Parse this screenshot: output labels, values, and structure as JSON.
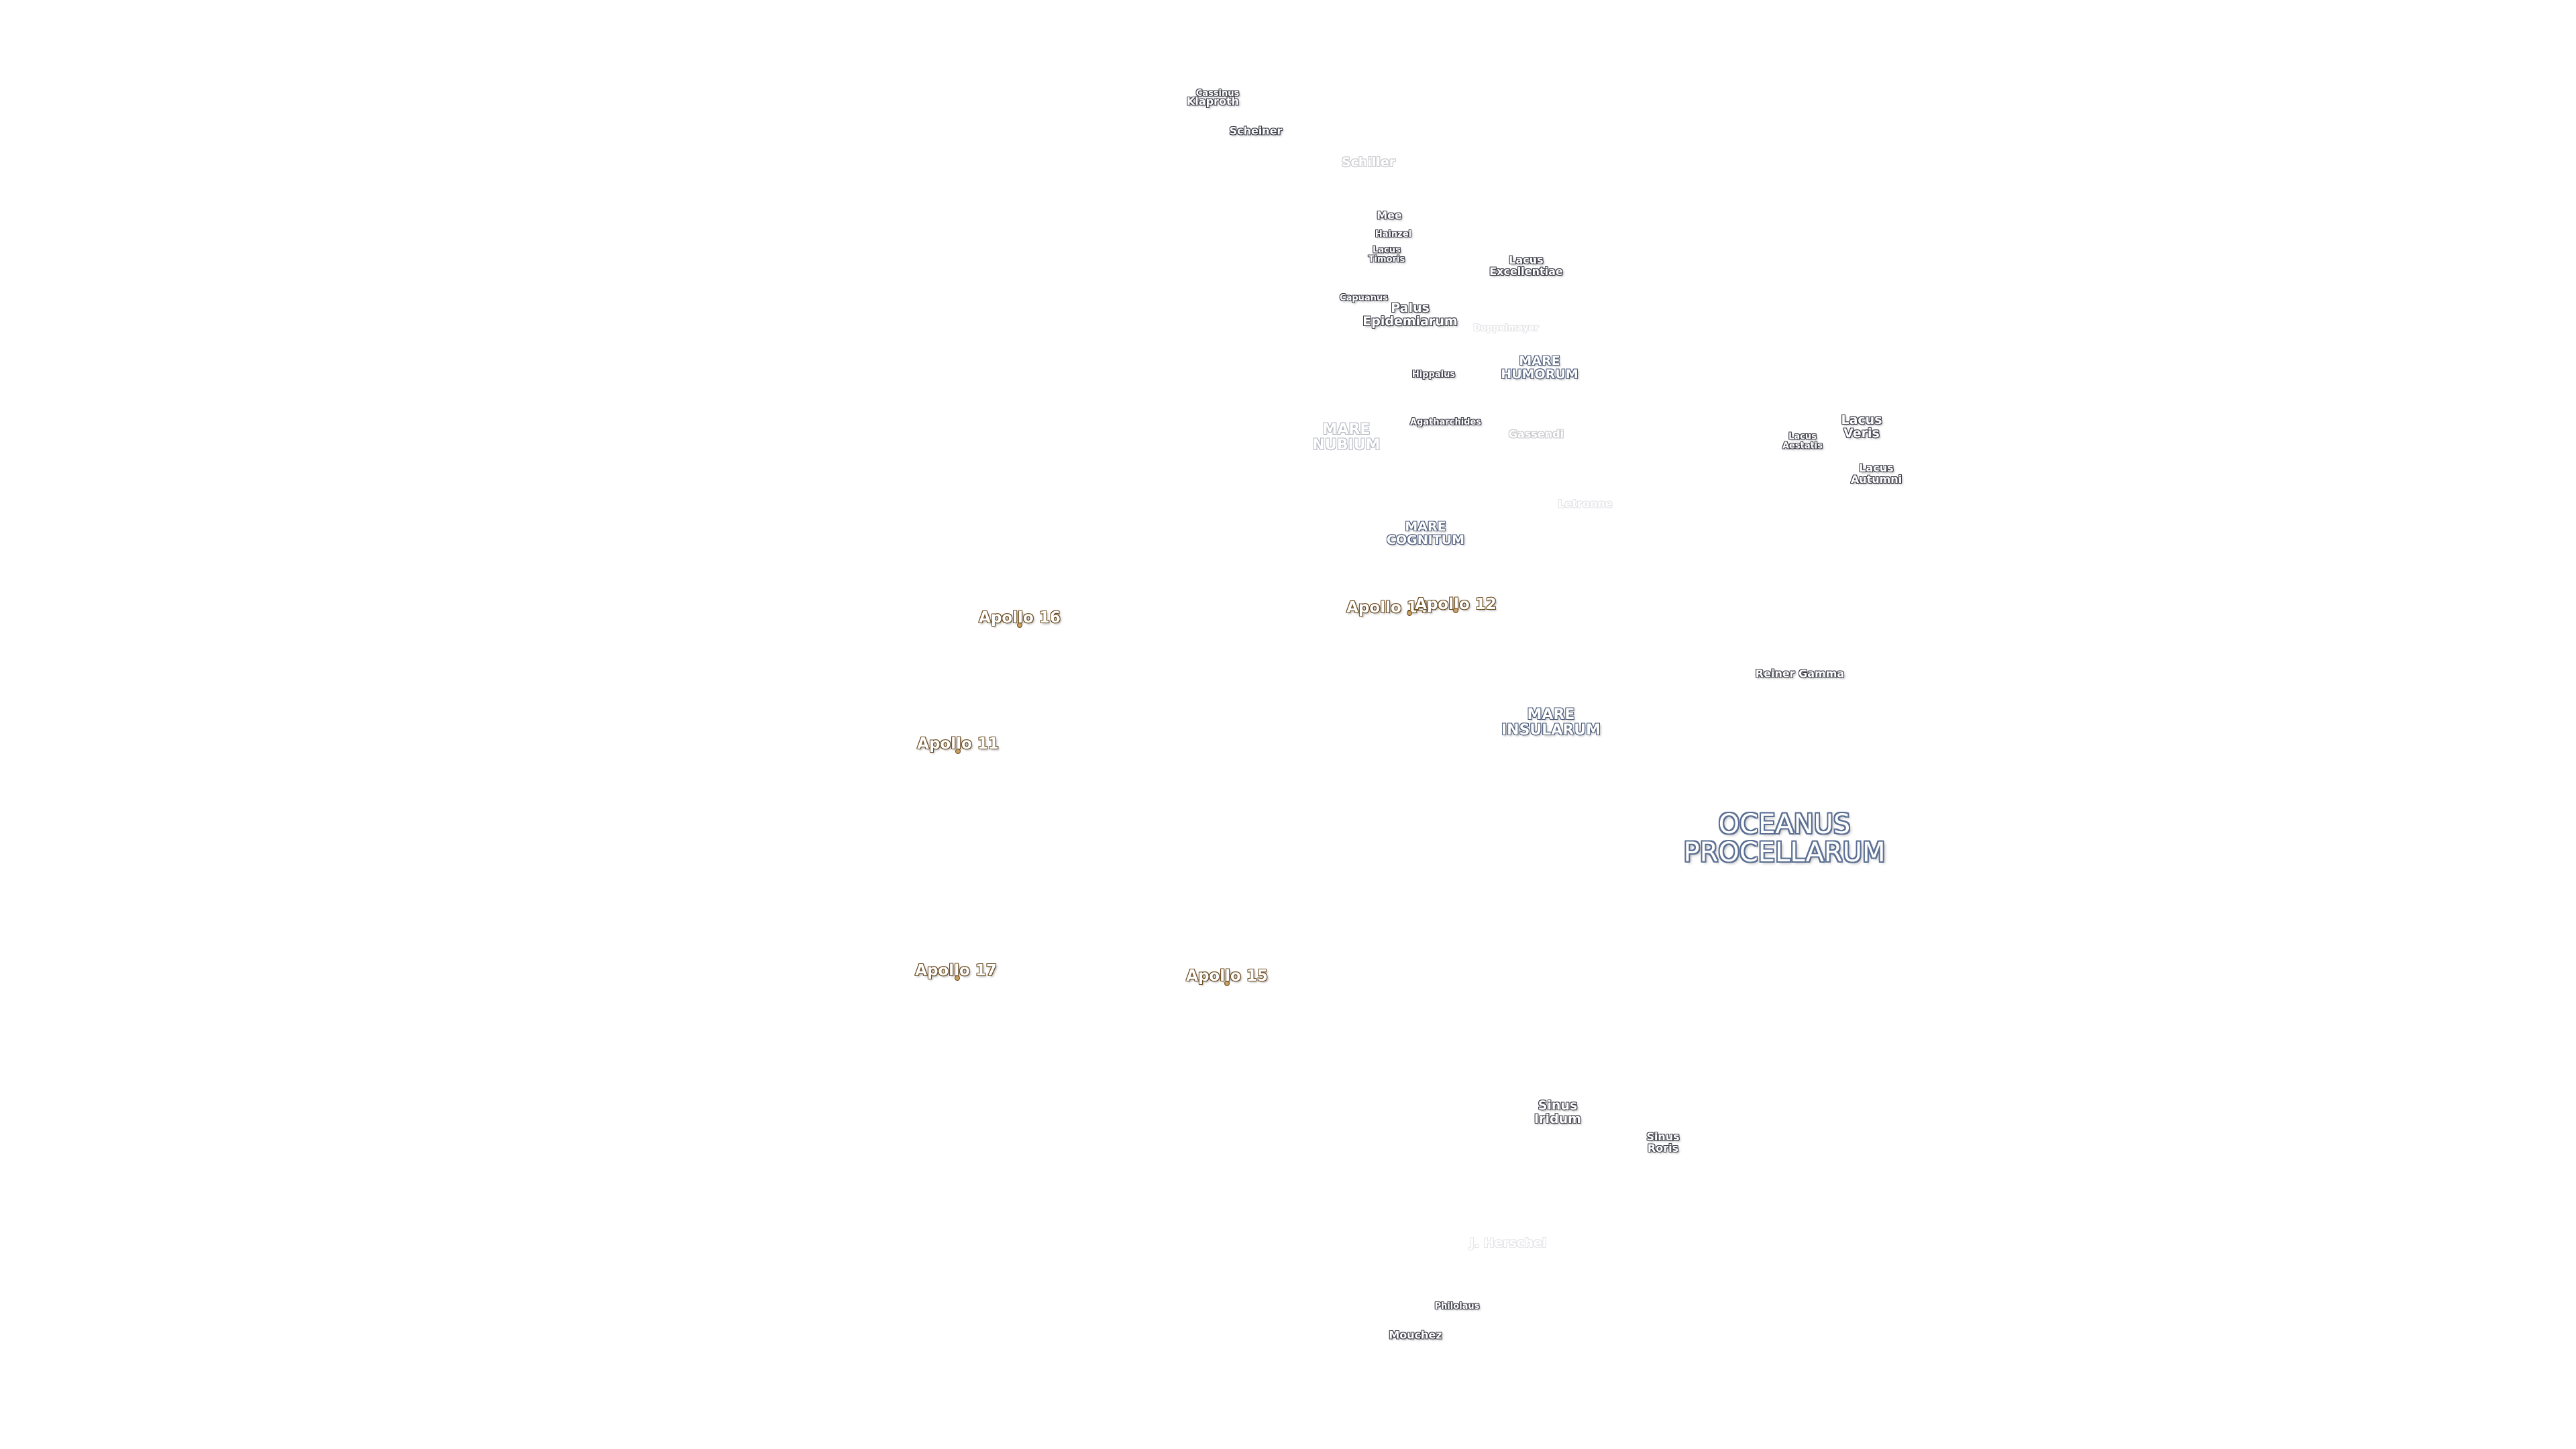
{
  "map": {
    "title": "",
    "features": {
      "cassinus": "Cassinus",
      "klaproth": "Klaproth",
      "scheiner": "Scheiner",
      "schiller": "Schiller",
      "unlabeled_top": "",
      "mee": "Mee",
      "hainzel": "Hainzel",
      "lacus_timoris": "Lacus\nTimoris",
      "lacus_excellentiae": "Lacus\nExcellentiae",
      "capuanus": "Capuanus",
      "palus_epidemiarum": "Palus\nEpidemiarum",
      "doppelmayer": "Doppelmayer",
      "mare_humorum": "MARE\nHUMORUM",
      "hippalus": "Hippalus",
      "mare_nubium": "MARE\nNUBIUM",
      "agatharchides": "Agatharchides",
      "gassendi": "Gassendi",
      "lacus_veris": "Lacus\nVeris",
      "lacus_aestatis": "Lacus\nAestatis",
      "lacus_autumni": "Lacus\nAutumni",
      "letronne": "Letronne",
      "mare_cognitum": "MARE\nCOGNITUM",
      "reiner_gamma": "Reiner Gamma",
      "mare_insularum": "MARE\nINSULARUM",
      "oceanus_procellarum": "OCEANUS\nPROCELLARUM",
      "sinus_iridum": "Sinus\nIridum",
      "sinus_roris": "Sinus\nRoris",
      "j_herschel": "J. Herschel",
      "philolaus": "Philolaus",
      "mouchez": "Mouchez"
    },
    "apollo_sites": {
      "apollo_16": "Apollo 16",
      "apollo_14": "Apollo 14",
      "apollo_12": "Apollo 12",
      "apollo_11": "Apollo 11",
      "apollo_17": "Apollo 17",
      "apollo_15": "Apollo 15"
    },
    "colors": {
      "background": "#ffffff",
      "label_outline": "#3d3d4a",
      "mare_outline": "#4a5a78",
      "apollo_outline": "#6b4a1e",
      "apollo_marker": "#c9a063"
    }
  }
}
